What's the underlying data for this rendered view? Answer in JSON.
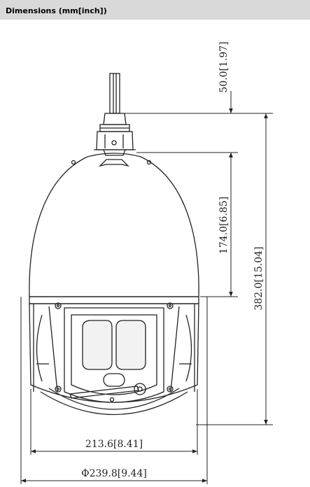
{
  "header": {
    "title": "Dimensions (mm[inch])"
  },
  "dimensions": {
    "cable_height": "50.0[1.97]",
    "dome_height": "174.0[6.85]",
    "total_height": "382.0[15.04]",
    "body_width": "213.6[8.41]",
    "diameter": "Φ239.8[9.44]"
  },
  "colors": {
    "line": "#222222",
    "header_bg": "#d9d9d9",
    "lens_fill": "#f2f2f2"
  }
}
